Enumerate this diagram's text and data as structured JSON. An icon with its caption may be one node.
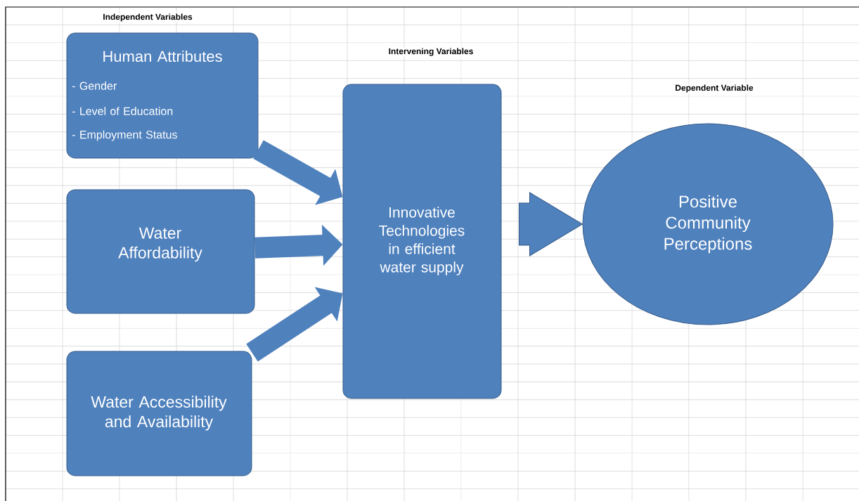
{
  "diagram": {
    "nodes": [
      {
        "text": [
          "Human Attributes",
          "- Gender",
          "- Level of Education",
          "- Employment Status"
        ]
      },
      {
        "text": [
          "Water Affordability"
        ]
      },
      {
        "text": [
          "Water Accessibility and Availability"
        ]
      },
      {
        "text": [
          "Innovative Technologies in efficient water supply"
        ]
      },
      {
        "text": [
          "Positive Community Perceptions"
        ]
      }
    ],
    "edges": [
      {
        "from": 0,
        "to": 3,
        "arrow": "to"
      },
      {
        "from": 1,
        "to": 3,
        "arrow": "to"
      },
      {
        "from": 2,
        "to": 3,
        "arrow": "to"
      },
      {
        "from": 3,
        "to": 4,
        "arrow": "to",
        "style": "thick"
      }
    ],
    "labels": [
      "Independent Variables",
      "Intervening Variables",
      "Dependent Variable"
    ]
  }
}
